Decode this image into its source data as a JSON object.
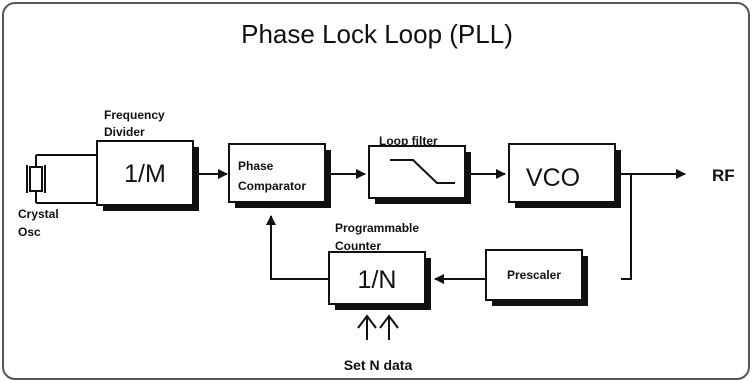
{
  "title": "Phase Lock Loop (PLL)",
  "blocks": {
    "frequency_divider_caption": [
      "Frequency",
      "Divider"
    ],
    "divider_m": "1/M",
    "phase_comparator": [
      "Phase",
      "Comparator"
    ],
    "loop_filter_caption": "Loop filter",
    "vco": "VCO",
    "prescaler": "Prescaler",
    "programmable_counter_caption": [
      "Programmable",
      "Counter"
    ],
    "divider_n": "1/N"
  },
  "labels": {
    "crystal_osc": [
      "Crystal",
      "Osc"
    ],
    "rf_output": "RF",
    "set_n_data": "Set N data"
  },
  "colors": {
    "line": "#111111",
    "background": "#ffffff",
    "frame": "#555555"
  }
}
